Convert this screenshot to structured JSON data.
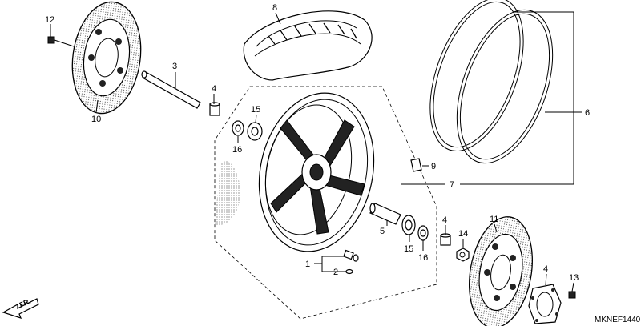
{
  "diagram": {
    "drawing_code": "MKNEF1440",
    "direction_label": "FR.",
    "callouts": [
      "1",
      "2",
      "3",
      "4",
      "4",
      "5",
      "6",
      "7",
      "8",
      "9",
      "10",
      "11",
      "12",
      "13",
      "13",
      "14",
      "15",
      "15",
      "16",
      "16"
    ]
  }
}
